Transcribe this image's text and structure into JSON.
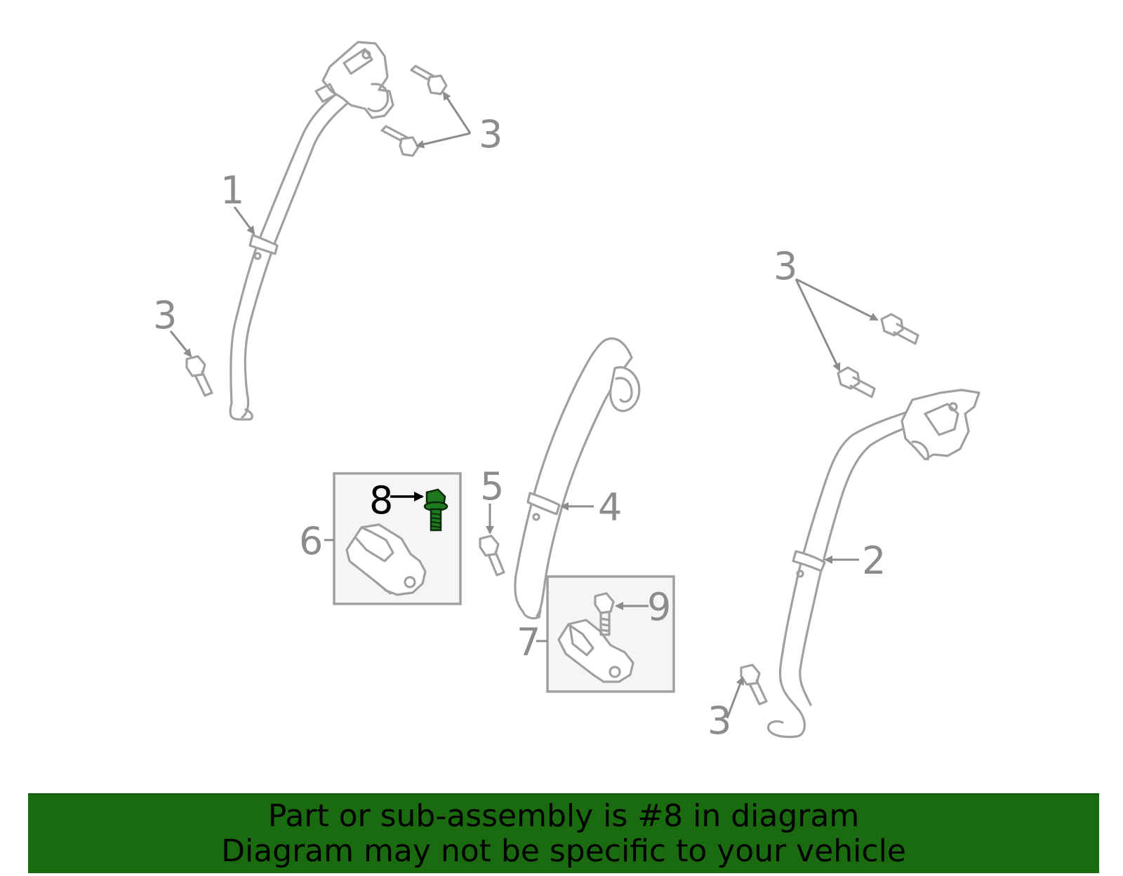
{
  "diagram": {
    "callouts": {
      "belt_1": "1",
      "belt_2": "2",
      "bolt_3a": "3",
      "bolt_3b": "3",
      "bolt_3c": "3",
      "bolt_3d": "3",
      "belt_4": "4",
      "bolt_5": "5",
      "buckle_6": "6",
      "buckle_7": "7",
      "bolt_8": "8",
      "bolt_9": "9"
    },
    "highlighted_part": "8",
    "highlight_color": "#1f7a1f",
    "part_line_color": "#a0a0a0"
  },
  "banner": {
    "line1": "Part or sub-assembly is #8 in diagram",
    "line2": "Diagram may not be specific to your vehicle",
    "background_color": "#1a6b10"
  }
}
